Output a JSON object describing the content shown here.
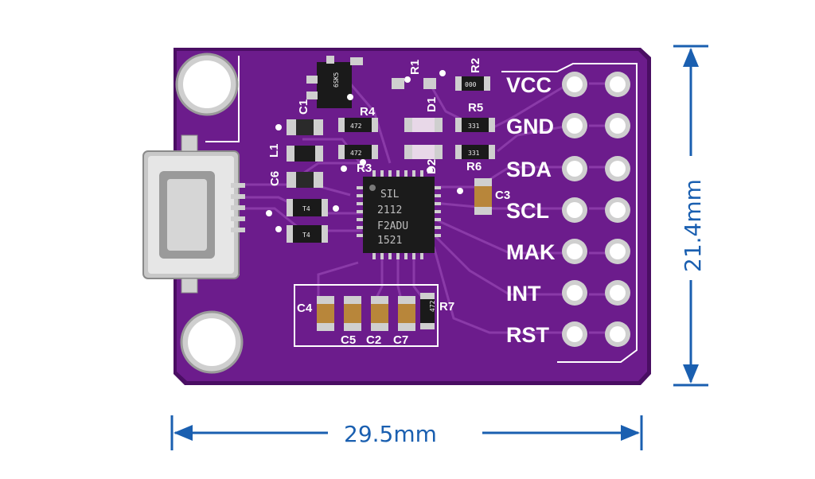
{
  "dimensions": {
    "width": "29.5mm",
    "height": "21.4mm"
  },
  "pins": [
    "VCC",
    "GND",
    "SDA",
    "SCL",
    "MAK",
    "INT",
    "RST"
  ],
  "silkscreen": {
    "r1": "R1",
    "r2": "R2",
    "r3": "R3",
    "r4": "R4",
    "r5": "R5",
    "r6": "R6",
    "r7": "R7",
    "c1": "C1",
    "c2": "C2",
    "c3": "C3",
    "c4": "C4",
    "c5": "C5",
    "c6": "C6",
    "c7": "C7",
    "l1": "L1",
    "d1": "D1",
    "d2": "D2"
  },
  "chip": {
    "line1": "SIL",
    "line2": "2112",
    "line3": "F2ADU",
    "line4": "1521"
  },
  "component_codes": {
    "regulator": "6SK5",
    "r4": "472",
    "r3": "472",
    "r5": "331",
    "r6": "331",
    "r7": "472",
    "r2": "000",
    "diode_a": "T4",
    "diode_b": "T4"
  },
  "colors": {
    "board": "#6c1c8c",
    "board_edge": "#4a0e63",
    "trace": "#8a3aa8",
    "dimension": "#1a5fb0",
    "pad": "#d9d9d9"
  }
}
